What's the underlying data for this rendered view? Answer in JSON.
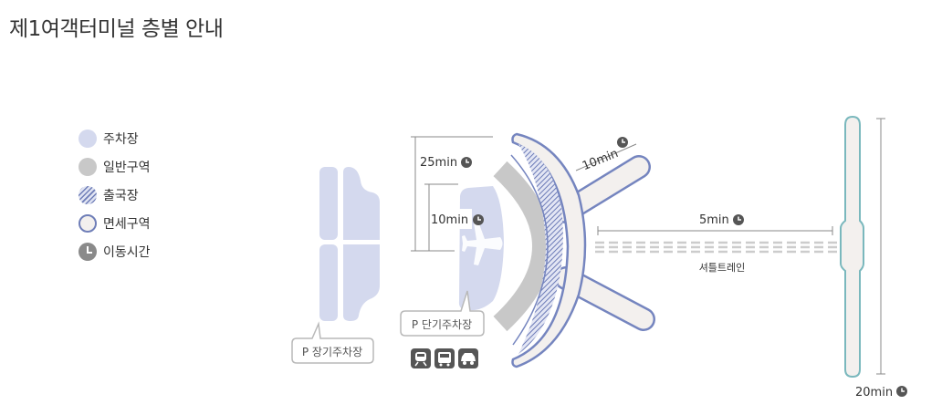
{
  "page": {
    "title": "제1여객터미널 층별 안내"
  },
  "legend": {
    "items": [
      {
        "label": "주차장",
        "swatch": "parking",
        "color": "#d4d9ee"
      },
      {
        "label": "일반구역",
        "swatch": "general",
        "color": "#c8c8c8"
      },
      {
        "label": "출국장",
        "swatch": "departure-hatched",
        "color": "#6f7eb8"
      },
      {
        "label": "면세구역",
        "swatch": "dutyfree-outline",
        "color": "#6f7eb8"
      },
      {
        "label": "이동시간",
        "swatch": "clock-icon",
        "color": "#8a8a8a"
      }
    ]
  },
  "map": {
    "times": {
      "parking_to_terminal_long": "25min",
      "parking_to_terminal_short": "10min",
      "concourse_arm": "10min",
      "shuttle_train": "5min",
      "concourse_span": "20min"
    },
    "labels": {
      "long_term_parking": "P 장기주차장",
      "short_term_parking": "P 단기주차장",
      "shuttle_train": "셔틀트레인"
    },
    "transport_icons": [
      "train-icon",
      "bus-icon",
      "car-icon"
    ]
  }
}
